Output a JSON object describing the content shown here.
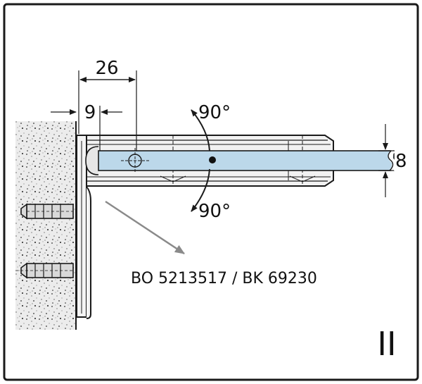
{
  "dimensions": {
    "width_26": "26",
    "width_9": "9",
    "thickness_8": "8",
    "angle_top": "90°",
    "angle_bottom": "90°"
  },
  "part_label": "BO 5213517 / BK 69230",
  "view_marker": "II",
  "colors": {
    "glass": "#bcd8ea",
    "wall": "#e9e9e9",
    "line": "#1a1a1a",
    "leader": "#8a8a8a"
  }
}
